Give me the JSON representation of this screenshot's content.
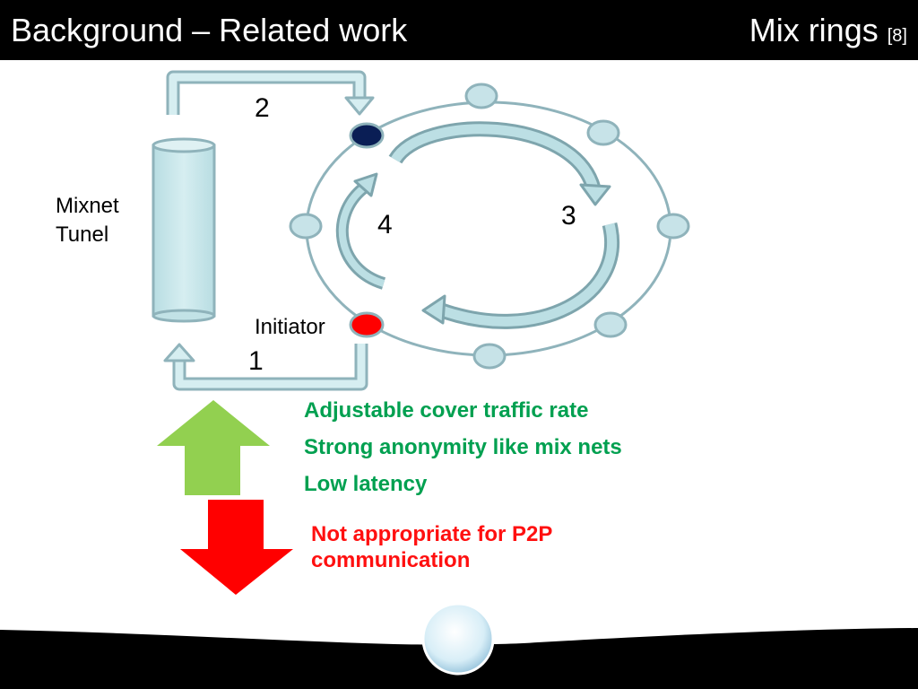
{
  "title": {
    "left": "Background – Related work",
    "right": "Mix rings",
    "ref": "[8]"
  },
  "diagram": {
    "mixnet_label": "Mixnet Tunel",
    "initiator_label": "Initiator",
    "steps": [
      "1",
      "2",
      "3",
      "4"
    ]
  },
  "pros": [
    "Adjustable cover traffic rate",
    "Strong anonymity like mix nets",
    "Low latency"
  ],
  "cons": [
    "Not appropriate for P2P communication"
  ],
  "colors": {
    "pro": "#00a050",
    "con": "#ff1010",
    "node_fill": "#c7e3e8",
    "node_stroke": "#8fb3bb",
    "initiator": "#ff0000",
    "entry_node": "#0a1e55"
  },
  "icons": [
    "up-arrow-icon",
    "down-arrow-icon",
    "navigation-orb-icon"
  ]
}
